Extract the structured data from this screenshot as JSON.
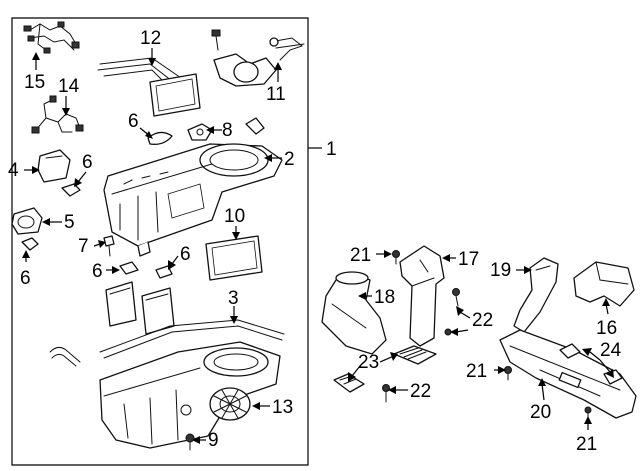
{
  "diagram": {
    "callouts": {
      "c1": "1",
      "c2": "2",
      "c3": "3",
      "c4": "4",
      "c5": "5",
      "c6a": "6",
      "c6b": "6",
      "c6c": "6",
      "c6d": "6",
      "c6e": "6",
      "c7": "7",
      "c8": "8",
      "c9": "9",
      "c10": "10",
      "c11": "11",
      "c12": "12",
      "c13": "13",
      "c14": "14",
      "c15": "15",
      "c16": "16",
      "c17": "17",
      "c18": "18",
      "c19": "19",
      "c20": "20",
      "c21a": "21",
      "c21b": "21",
      "c21c": "21",
      "c22a": "22",
      "c22b": "22",
      "c23": "23",
      "c24": "24"
    }
  }
}
